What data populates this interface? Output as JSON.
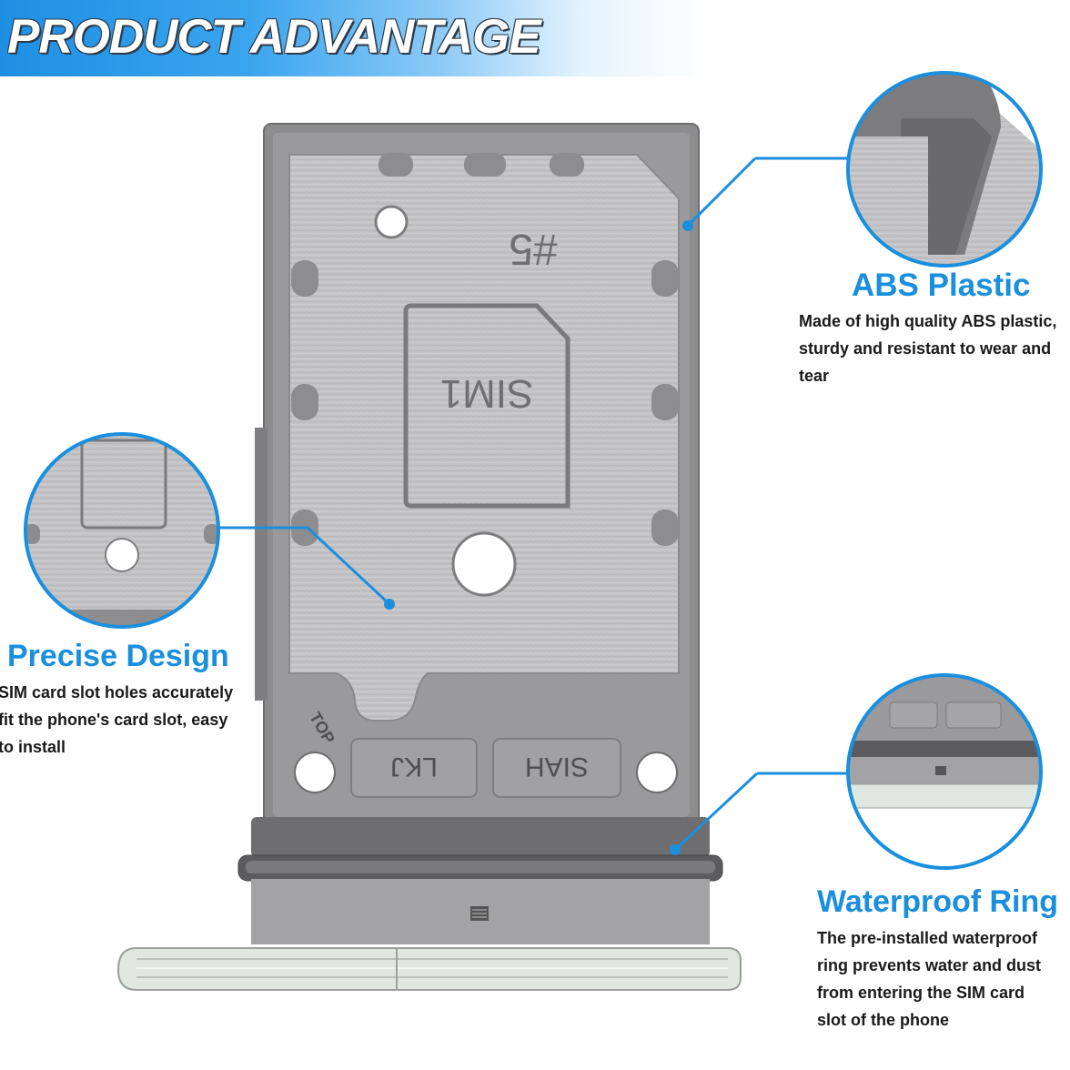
{
  "banner": {
    "title": "PRODUCT ADVANTAGE"
  },
  "product": {
    "tray_engraving_top": "#5",
    "sim_label": "SIM1",
    "bottom_left_label": "TOP",
    "button_left_label": "LKJ",
    "button_right_label": "SIAH"
  },
  "features": {
    "abs": {
      "title": "ABS Plastic",
      "lines": [
        "Made of high quality ABS plastic,",
        "sturdy and resistant to wear and",
        "tear"
      ]
    },
    "precise": {
      "title": "Precise Design",
      "lines": [
        "SIM card slot holes accurately",
        "fit the phone's card slot, easy",
        "to install"
      ]
    },
    "waterproof": {
      "title": "Waterproof Ring",
      "lines": [
        "The pre-installed waterproof",
        "ring prevents water and dust",
        "from entering the SIM card",
        "slot of the phone"
      ]
    }
  },
  "colors": {
    "accent": "#1a8fde",
    "tray_gray": "#8c8c8e",
    "metal": "#c4c4c6"
  }
}
